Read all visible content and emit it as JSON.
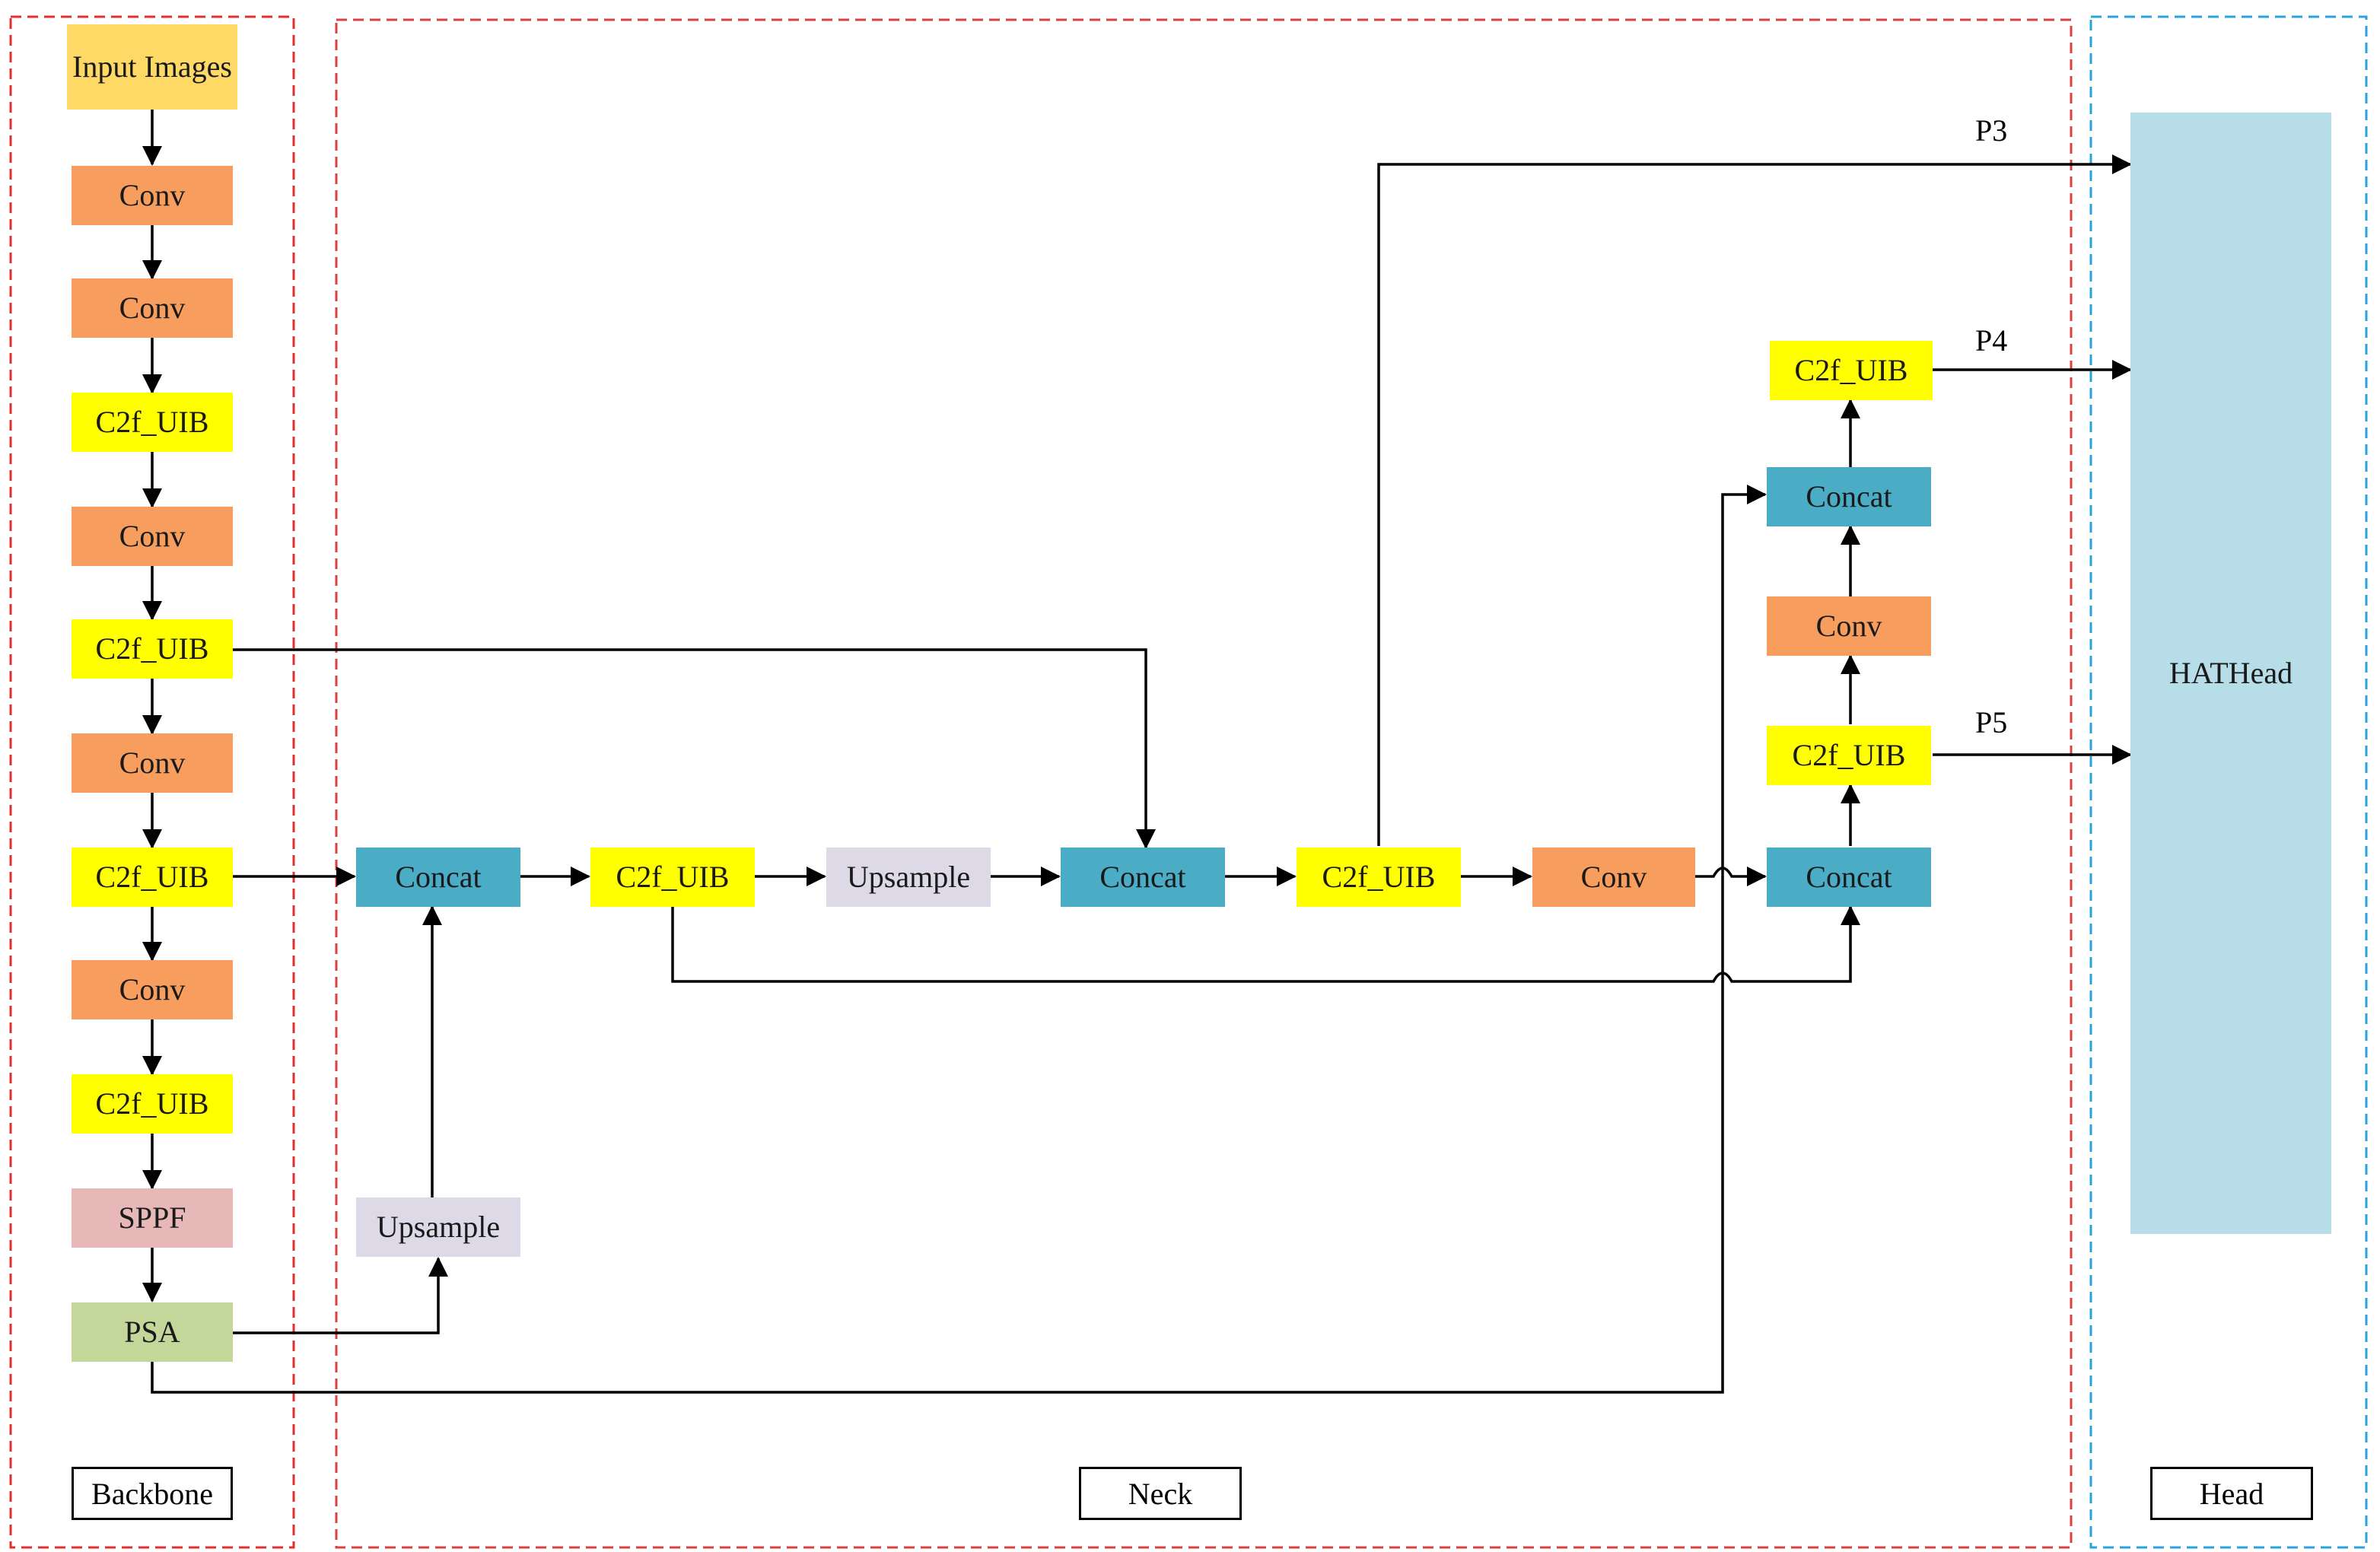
{
  "sections": {
    "backbone": "Backbone",
    "neck": "Neck",
    "head": "Head"
  },
  "backbone": {
    "input": "Input Images",
    "conv1": "Conv",
    "conv2": "Conv",
    "c2f1": "C2f_UIB",
    "conv3": "Conv",
    "c2f2": "C2f_UIB",
    "conv4": "Conv",
    "c2f3": "C2f_UIB",
    "conv5": "Conv",
    "c2f4": "C2f_UIB",
    "sppf": "SPPF",
    "psa": "PSA"
  },
  "neck": {
    "upsample1": "Upsample",
    "concat1": "Concat",
    "c2f_a": "C2f_UIB",
    "upsample2": "Upsample",
    "concat2": "Concat",
    "c2f_b": "C2f_UIB",
    "conv_a": "Conv",
    "concat3": "Concat",
    "c2f_c": "C2f_UIB",
    "conv_b": "Conv",
    "concat4": "Concat",
    "c2f_d": "C2f_UIB"
  },
  "head": {
    "block": "HATHead",
    "p3": "P3",
    "p4": "P4",
    "p5": "P5"
  },
  "colors": {
    "conv": "#f79e5e",
    "c2f_uib": "#ffff00",
    "concat": "#4bacc6",
    "upsample": "#ddd9e7",
    "sppf": "#e6b8b7",
    "psa": "#c4d79b",
    "input": "#ffd966",
    "head": "#b7dde8",
    "backbone_neck_border": "#e03030",
    "head_border": "#29a3db"
  }
}
